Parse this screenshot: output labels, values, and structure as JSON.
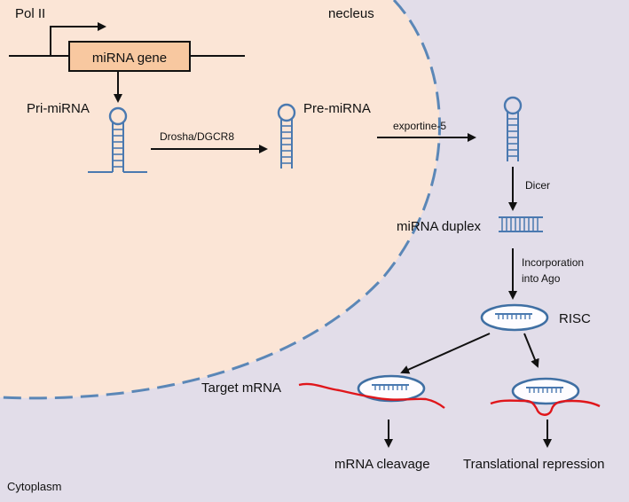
{
  "labels": {
    "nucleus": "necleus",
    "cytoplasm": "Cytoplasm",
    "pol2": "Pol II",
    "gene": "miRNA gene",
    "pri": "Pri-miRNA",
    "pre": "Pre-miRNA",
    "drosha": "Drosha/DGCR8",
    "exportin": "exportine-5",
    "dicer": "Dicer",
    "duplex": "miRNA duplex",
    "incorp1": "Incorporation",
    "incorp2": "into Ago",
    "risc": "RISC",
    "target": "Target mRNA",
    "cleavage": "mRNA cleavage",
    "repression": "Translational repression"
  },
  "colors": {
    "cytoplasm": "#e2dde9",
    "nucleus": "#fbe5d6",
    "nucleus_border": "#5b87b7",
    "gene_box": "#f8c8a0",
    "rna": "#4a79b0",
    "mrna": "#e0161b",
    "arrow": "#111111"
  }
}
